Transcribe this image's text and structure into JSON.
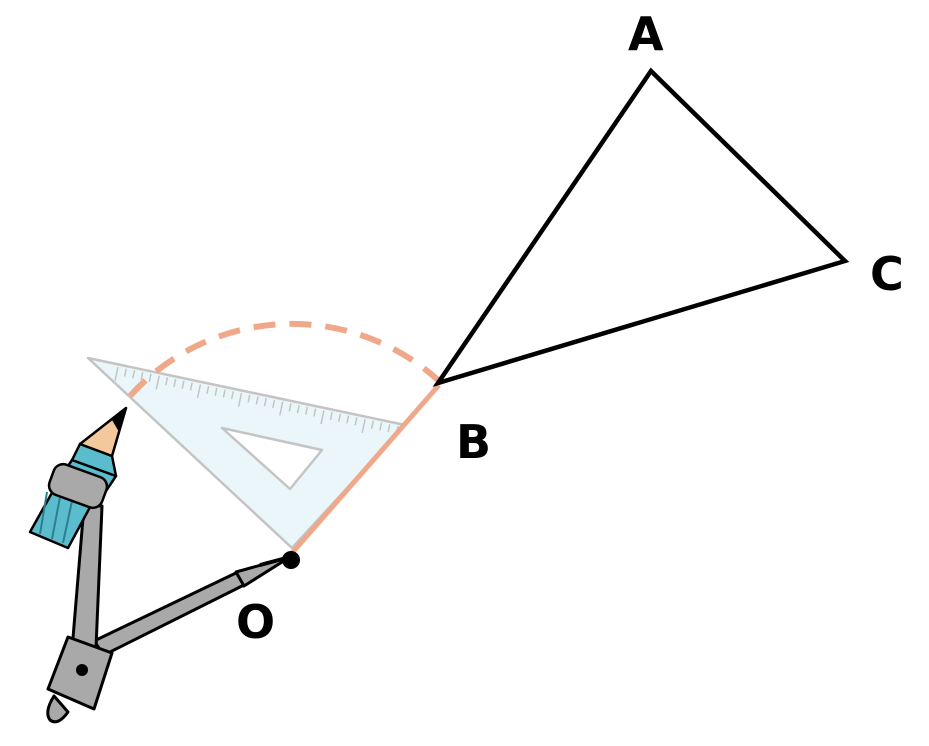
{
  "labels": {
    "A": "A",
    "B": "B",
    "C": "C",
    "O": "O"
  },
  "colors": {
    "triangle": "#000000",
    "arc": "#f0a88a",
    "segment": "#f0a88a",
    "set_square_fill": "#eaf6f9",
    "set_square_stroke": "#c4c4c4",
    "compass_body": "#a9a9a9",
    "pencil_body": "#5bbccd",
    "pencil_wood": "#f5c79d"
  },
  "icons": [
    "compass-icon",
    "pencil-icon",
    "set-square-icon"
  ]
}
